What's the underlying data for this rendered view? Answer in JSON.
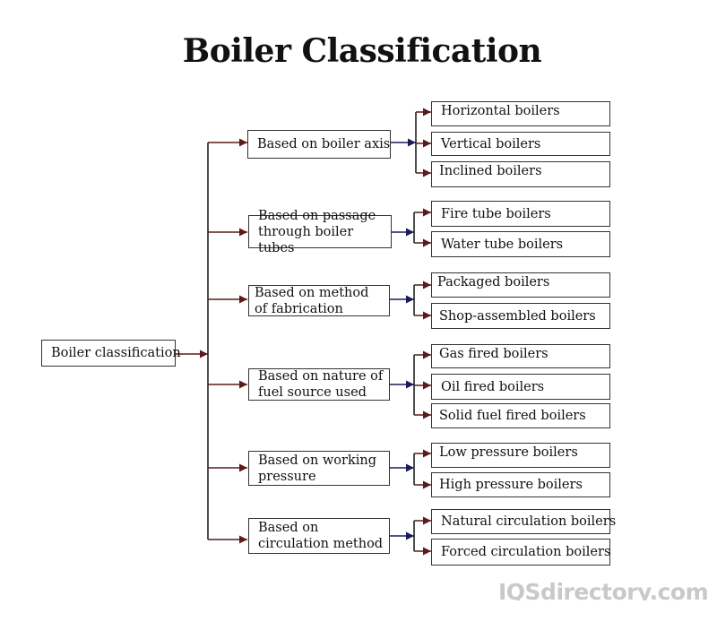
{
  "title": "Boiler Classification",
  "colors": {
    "red_arrow": "#5c1a1a",
    "navy_arrow": "#1c1c5a",
    "box_border": "#333333"
  },
  "root": {
    "label": "Boiler classification"
  },
  "categories": [
    {
      "label": "Based on boiler axis",
      "children": [
        "Horizontal boilers",
        "Vertical boilers",
        "Inclined boilers"
      ]
    },
    {
      "label": "Based on passage through boiler tubes",
      "children": [
        "Fire tube boilers",
        "Water tube boilers"
      ]
    },
    {
      "label": "Based on method of fabrication",
      "children": [
        "Packaged boilers",
        "Shop-assembled boilers"
      ]
    },
    {
      "label": "Based on nature of fuel source used",
      "children": [
        "Gas fired boilers",
        "Oil fired boilers",
        "Solid fuel fired boilers"
      ]
    },
    {
      "label": "Based on working pressure",
      "children": [
        "Low pressure boilers",
        "High pressure boilers"
      ]
    },
    {
      "label": "Based on circulation method",
      "children": [
        "Natural circulation boilers",
        "Forced circulation boilers"
      ]
    }
  ],
  "watermark": "IQSdirectory.com"
}
